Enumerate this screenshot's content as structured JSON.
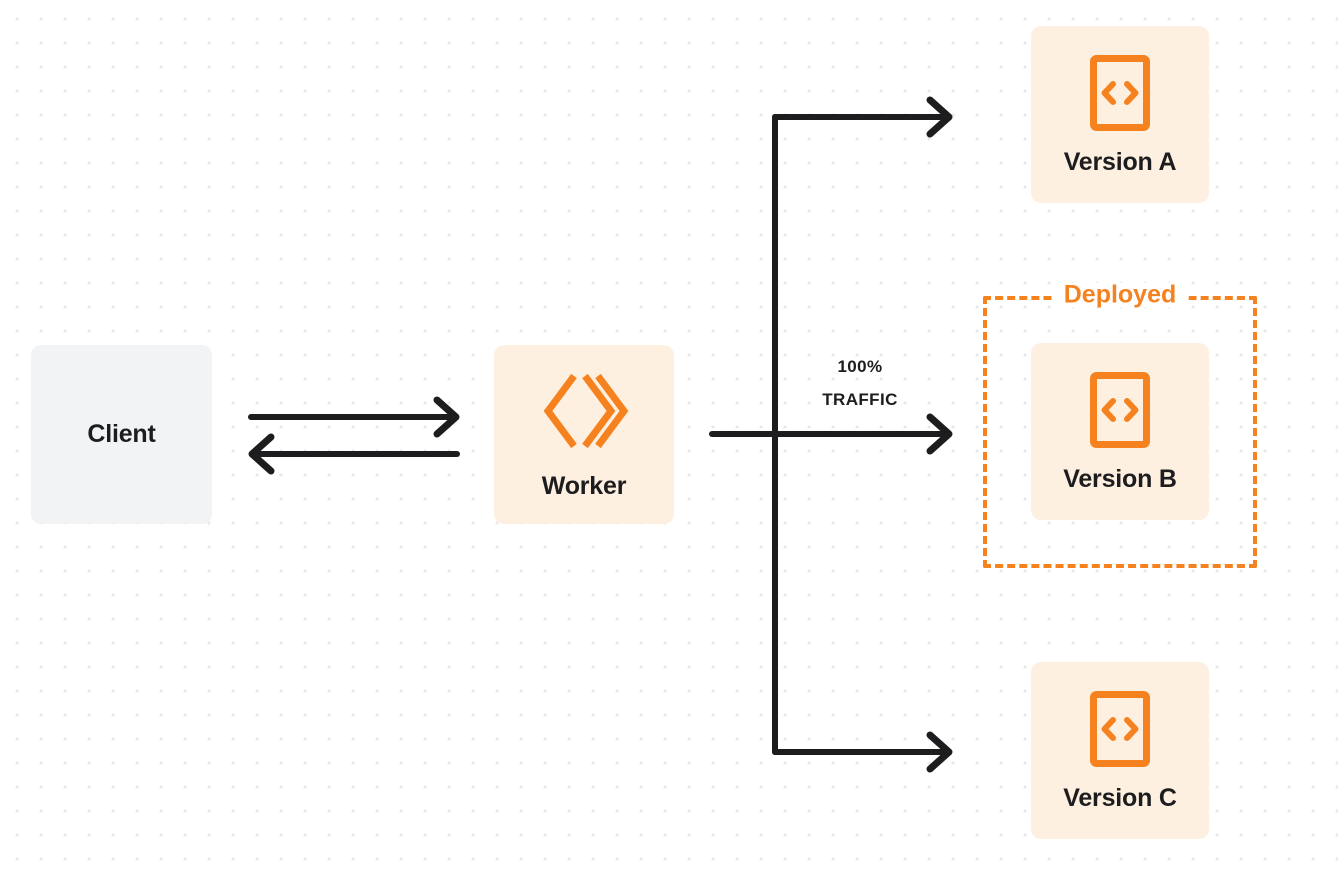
{
  "diagram": {
    "title": "Worker version traffic routing",
    "background": "#ffffff",
    "dot_grid_color": "#e9e9ea",
    "colors": {
      "accent_orange": "#f6821f",
      "node_orange_bg": "#fdf0e1",
      "node_gray_bg": "#f2f3f4",
      "text_dark": "#1d1d1f",
      "connector": "#1d1d1f"
    }
  },
  "nodes": {
    "client": {
      "label": "Client",
      "icon": "none",
      "bg": "#f2f3f4"
    },
    "worker": {
      "label": "Worker",
      "icon": "cloudflare-workers-logo-icon",
      "bg": "#fdf0e1"
    },
    "version_a": {
      "label": "Version A",
      "icon": "code-document-icon",
      "bg": "#fdf0e1"
    },
    "version_b": {
      "label": "Version B",
      "icon": "code-document-icon",
      "bg": "#fdf0e1"
    },
    "version_c": {
      "label": "Version C",
      "icon": "code-document-icon",
      "bg": "#fdf0e1"
    }
  },
  "groups": {
    "deployed": {
      "label": "Deployed",
      "border_style": "dashed",
      "border_color": "#f6821f",
      "contains": [
        "version_b"
      ]
    }
  },
  "annotations": {
    "traffic": {
      "percent": "100%",
      "caption": "TRAFFIC"
    }
  },
  "connectors": [
    {
      "name": "client-to-worker",
      "from": "client",
      "to": "worker",
      "direction": "right"
    },
    {
      "name": "worker-to-client",
      "from": "worker",
      "to": "client",
      "direction": "left"
    },
    {
      "name": "worker-to-version-a",
      "from": "worker",
      "to": "version_a",
      "direction": "right",
      "active": false
    },
    {
      "name": "worker-to-version-b",
      "from": "worker",
      "to": "version_b",
      "direction": "right",
      "active": true
    },
    {
      "name": "worker-to-version-c",
      "from": "worker",
      "to": "version_c",
      "direction": "right",
      "active": false
    }
  ]
}
